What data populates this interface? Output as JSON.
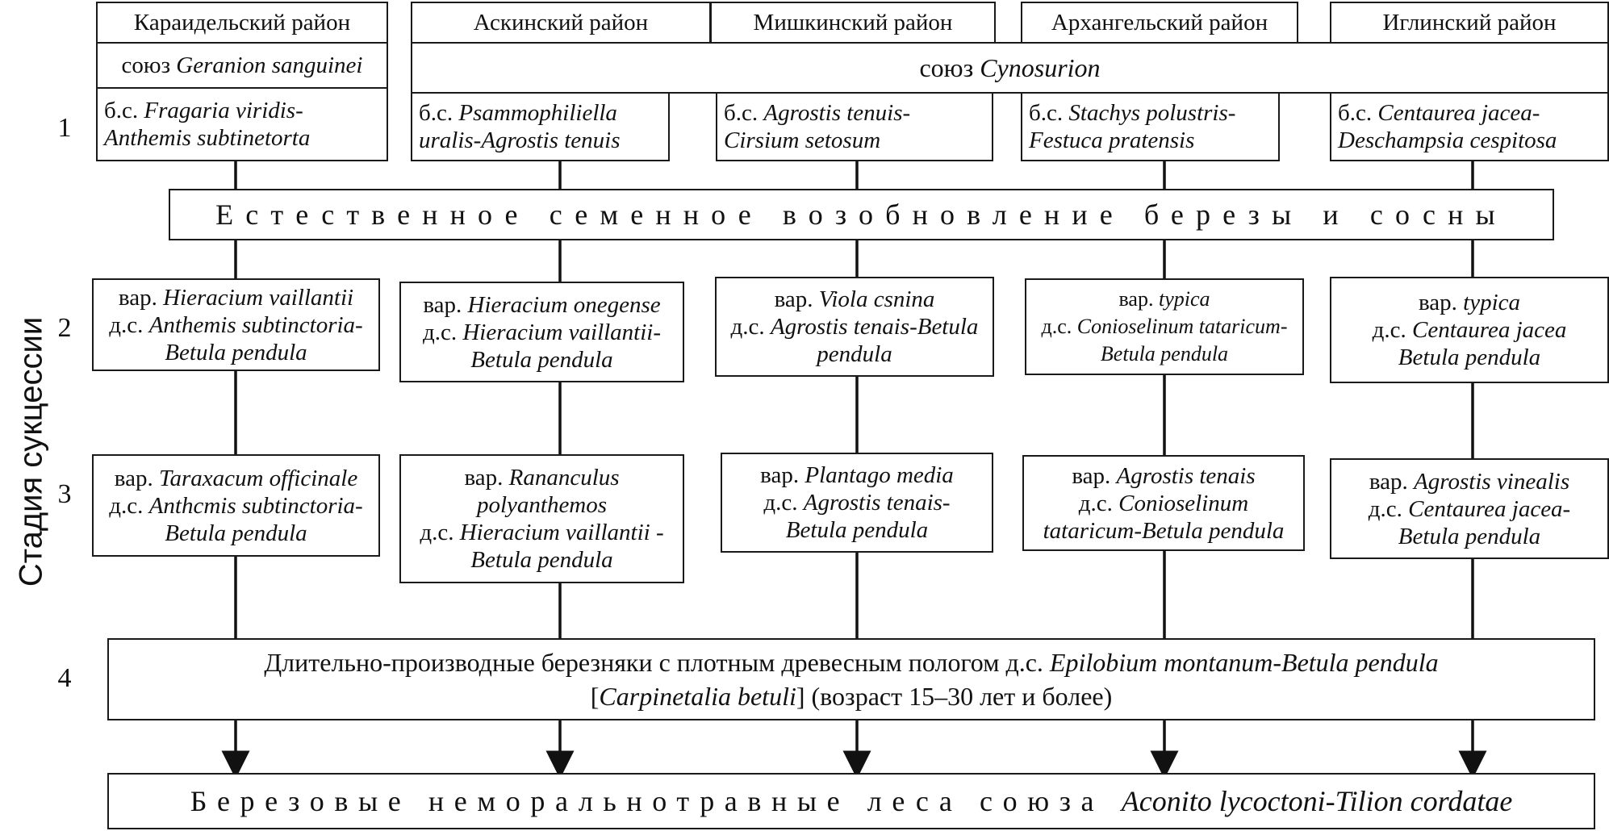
{
  "axis_label": "Стадия сукцессии",
  "stages": [
    "1",
    "2",
    "3",
    "4"
  ],
  "districts": [
    "Караидельский район",
    "Аскинский район",
    "Мишкинский район",
    "Архангельский район",
    "Иглинский район"
  ],
  "alliance_left": {
    "prefix": "союз ",
    "name": "Geranion sanguinei"
  },
  "alliance_main": {
    "prefix": "союз ",
    "name": "Cynosurion"
  },
  "stage1": [
    {
      "pre": "б.с. ",
      "l1": "Fragaria viridis-",
      "l2": "Anthemis subtinetorta"
    },
    {
      "pre": "б.с. ",
      "l1": "Psammophiliella",
      "l2": "uralis-Agrostis tenuis"
    },
    {
      "pre": "б.с. ",
      "l1": "Agrostis tenuis-",
      "l2": "Cirsium setosum"
    },
    {
      "pre": "б.с. ",
      "l1": "Stachys polustris-",
      "l2": "Festuca pratensis"
    },
    {
      "pre": "б.с. ",
      "l1": "Centaurea jacea-",
      "l2": "Deschampsia cespitosa"
    }
  ],
  "regeneration": "Естественное семенное возобновление березы и сосны",
  "stage2": [
    {
      "var_pre": "вар. ",
      "var": "Hieracium vaillantii",
      "ds_pre": "д.с. ",
      "ds": "Anthemis subtinctoria-",
      "l3": "Betula pendula"
    },
    {
      "var_pre": "вар. ",
      "var": "Hieracium onegense",
      "ds_pre": "д.с. ",
      "ds": "Hieracium vaillantii-",
      "l3": "Betula pendula"
    },
    {
      "var_pre": "вар. ",
      "var": "Viola csnina",
      "ds_pre": "д.с. ",
      "ds": "Agrostis tenais-Betula",
      "l3": "pendula"
    },
    {
      "var_pre": "вар. ",
      "var": "typica",
      "ds_pre": "д.с. ",
      "ds": "Conioselinum tataricum-",
      "l3": "Betula pendula"
    },
    {
      "var_pre": "вар. ",
      "var": "typica",
      "ds_pre": "д.с. ",
      "ds": "Centaurea jacea",
      "l3": "Betula pendula"
    }
  ],
  "stage3": [
    {
      "l1_pre": "вар. ",
      "l1": "Taraxacum officinale",
      "l2_pre": "д.с. ",
      "l2": "Anthcmis subtinctoria-",
      "l3_pre": "",
      "l3": "Betula pendula",
      "l4_pre": "",
      "l4": ""
    },
    {
      "l1_pre": "вар. ",
      "l1": "Rananculus",
      "l2_pre": "",
      "l2": "polyanthemos",
      "l3_pre": "д.с. ",
      "l3": "Hieracium vaillantii -",
      "l4_pre": "",
      "l4": "Betula pendula"
    },
    {
      "l1_pre": "вар. ",
      "l1": "Plantago media",
      "l2_pre": "д.с. ",
      "l2": "Agrostis tenais-",
      "l3_pre": "",
      "l3": "Betula pendula",
      "l4_pre": "",
      "l4": ""
    },
    {
      "l1_pre": "вар. ",
      "l1": "Agrostis tenais",
      "l2_pre": "д.с. ",
      "l2": "Conioselinum",
      "l3_pre": "",
      "l3": "tataricum-Betula pendula",
      "l4_pre": "",
      "l4": ""
    },
    {
      "l1_pre": "вар. ",
      "l1": "Agrostis vinealis",
      "l2_pre": "д.с. ",
      "l2": "Centaurea jacea-",
      "l3_pre": "",
      "l3": "Betula pendula",
      "l4_pre": "",
      "l4": ""
    }
  ],
  "stage4": {
    "text1": "Длительно-производные березняки с плотным древесным пологом д.с. ",
    "italic1": "Epilobium montanum-Betula pendula",
    "bracket_open": "[",
    "italic2": "Carpinetalia betuli",
    "text2": "] (возраст 15–30 лет и более)"
  },
  "final": {
    "text": "Березовые неморальнотравные леса союза ",
    "italic": "Aconito lycoctoni-Tilion cordatae"
  }
}
